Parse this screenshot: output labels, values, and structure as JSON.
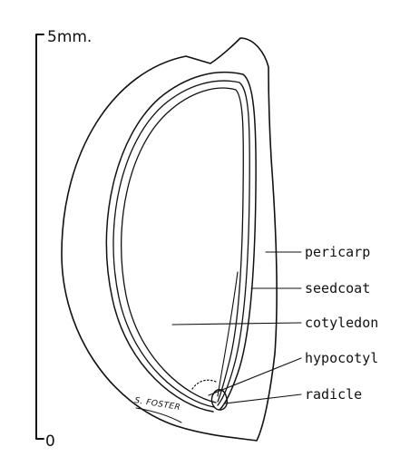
{
  "scale_bar": {
    "top_label": "5mm.",
    "bottom_label": "0"
  },
  "labels": {
    "pericarp": "pericarp",
    "seedcoat": "seedcoat",
    "cotyledon": "cotyledon",
    "hypocotyl": "hypocotyl",
    "radicle": "radicle"
  },
  "signature": "S. FOSTER"
}
